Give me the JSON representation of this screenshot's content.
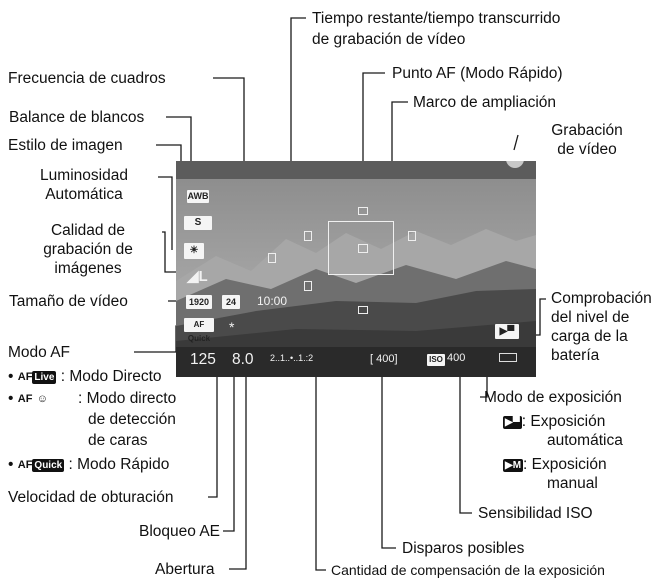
{
  "labels": {
    "tiempo_1": "Tiempo restante/tiempo transcurrido",
    "tiempo_2": "de grabación de vídeo",
    "frecuencia": "Frecuencia de cuadros",
    "punto_af": "Punto AF (Modo Rápido)",
    "balance": "Balance de blancos",
    "marco": "Marco de ampliación",
    "estilo": "Estilo de imagen",
    "grabacion_1": "Grabación",
    "grabacion_2": "de vídeo",
    "luminosidad_1": "Luminosidad",
    "luminosidad_2": "Automática",
    "calidad_1": "Calidad de",
    "calidad_2": "grabación de",
    "calidad_3": "imágenes",
    "tamano": "Tamaño de vídeo",
    "comprob_1": "Comprobación",
    "comprob_2": "del nivel de",
    "comprob_3": "carga de la",
    "comprob_4": "batería",
    "modo_af": "Modo AF",
    "modo_exp": "Modo de exposición",
    "exp_auto_1": ": Exposición",
    "exp_auto_2": "automática",
    "exp_man_1": ": Exposición",
    "exp_man_2": "manual",
    "velocidad": "Velocidad de obturación",
    "sensibilidad": "Sensibilidad ISO",
    "bloqueo": "Bloqueo AE",
    "disparos": "Disparos posibles",
    "abertura": "Abertura",
    "compensacion": "Cantidad de compensación de la exposición"
  },
  "af_modes": [
    {
      "bullet": "•",
      "icon": "AF",
      "badge": "Live",
      "desc": ": Modo Directo"
    },
    {
      "bullet": "•",
      "icon": "AF",
      "badge": "☺",
      "desc": ": Modo directo",
      "desc2": "de detección",
      "desc3": "de caras"
    },
    {
      "bullet": "•",
      "icon": "AF",
      "badge": "Quick",
      "desc": ": Modo Rápido"
    }
  ],
  "screen": {
    "wb": "AWB",
    "style": "S",
    "quality": "L",
    "size": "1920",
    "fps": "24",
    "time": "10:00",
    "af": "AF Quick",
    "ae_lock": "*",
    "shutter": "125",
    "aperture": "8.0",
    "exp_scale": "2..1..•..1.:2",
    "shots": "[ 400]",
    "iso_tag": "ISO",
    "iso": "400"
  },
  "colors": {
    "line": "#1a1a1a",
    "overlay_text": "#f2f2f2"
  }
}
